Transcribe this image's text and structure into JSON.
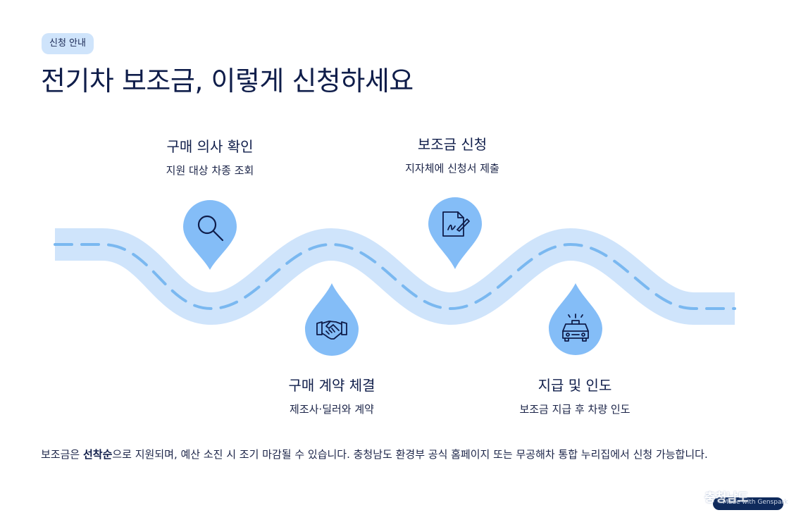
{
  "header": {
    "badge": "신청 안내",
    "title": "전기차 보조금, 이렇게 신청하세요"
  },
  "steps": [
    {
      "title": "구매 의사 확인",
      "subtitle": "지원 대상 차종 조회",
      "icon": "magnifier-icon"
    },
    {
      "title": "구매 계약 체결",
      "subtitle": "제조사·딜러와 계약",
      "icon": "handshake-icon"
    },
    {
      "title": "보조금 신청",
      "subtitle": "지자체에 신청서 제출",
      "icon": "document-sign-icon"
    },
    {
      "title": "지급 및 인도",
      "subtitle": "보조금 지급 후 차량 인도",
      "icon": "car-icon"
    }
  ],
  "note": {
    "before": "보조금은 ",
    "bold": "선착순",
    "after": "으로 지원되며, 예산 소진 시 조기 마감될 수 있습니다. 충청남도 환경부 공식 홈페이지 또는 무공해차 통합 누리집에서 신청 가능합니다."
  },
  "footer": {
    "made_with": "Made with Genspark",
    "logo": "충청남도"
  },
  "colors": {
    "road": "#cfe4fb",
    "dash": "#7ab8f0",
    "pin": "#84bdf7",
    "title": "#0f1d4a"
  }
}
